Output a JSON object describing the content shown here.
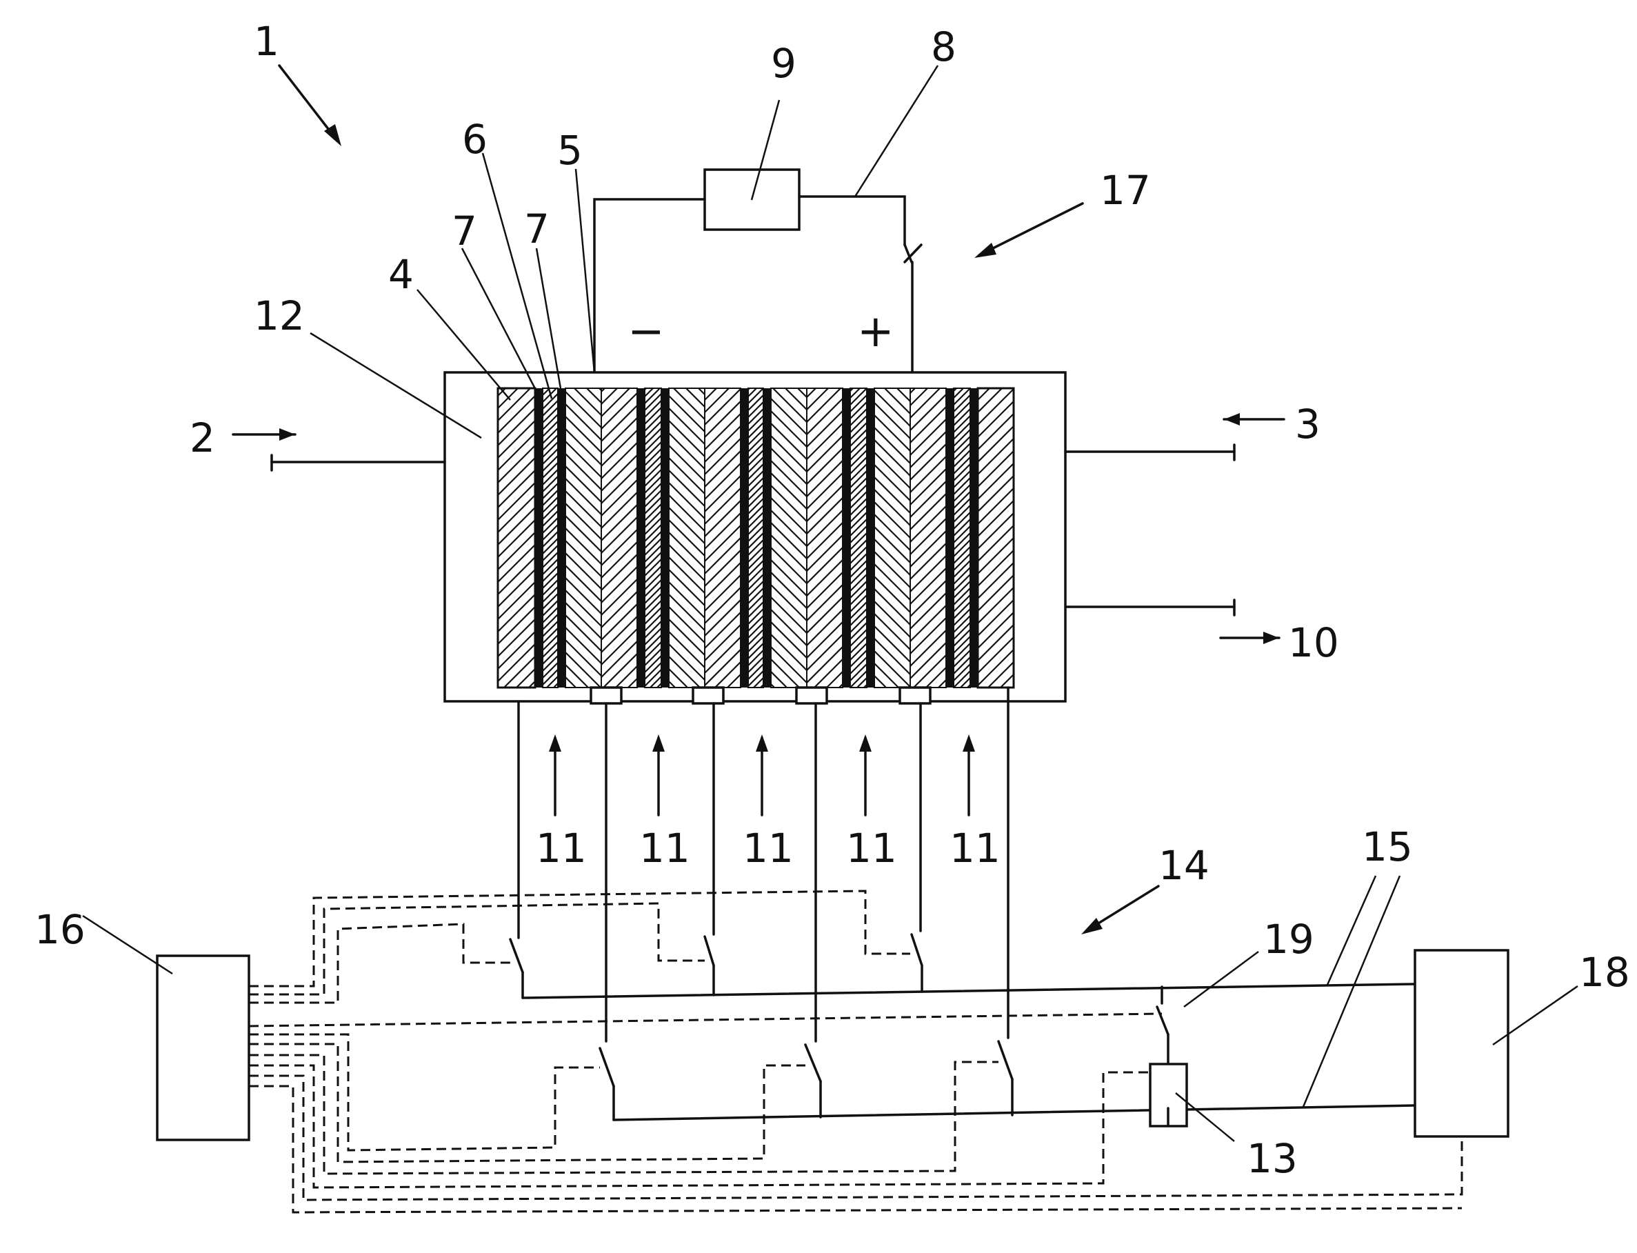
{
  "labels": {
    "n1": "1",
    "n2": "2",
    "n3": "3",
    "n4": "4",
    "n5": "5",
    "n6": "6",
    "n7a": "7",
    "n7b": "7",
    "n8": "8",
    "n9": "9",
    "n10": "10",
    "n11": [
      "11",
      "11",
      "11",
      "11",
      "11"
    ],
    "n12": "12",
    "n13": "13",
    "n14": "14",
    "n15": "15",
    "n16": "16",
    "n17": "17",
    "n18": "18",
    "n19": "19"
  },
  "signs": {
    "minus": "−",
    "plus": "+"
  }
}
